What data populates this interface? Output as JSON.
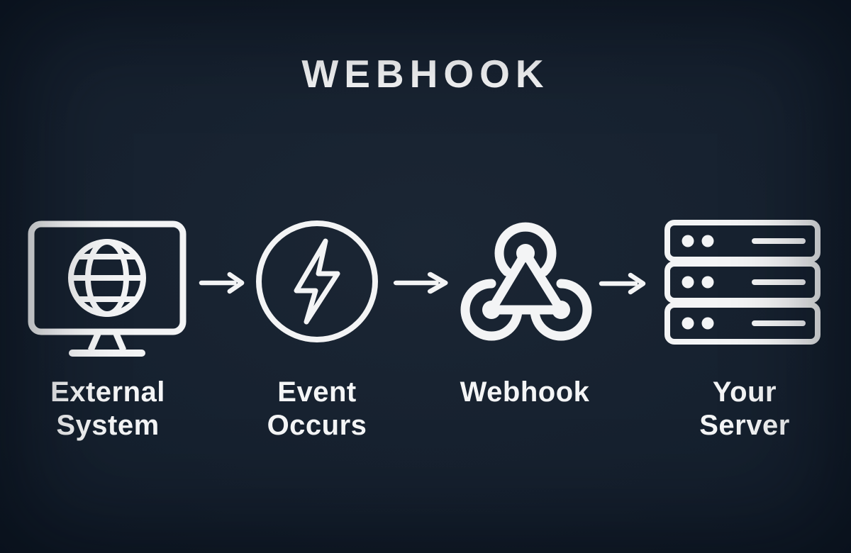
{
  "title": "WEBHOOK",
  "colors": {
    "background": "#15202e",
    "foreground": "#f4f5f6"
  },
  "steps": [
    {
      "name": "external-system",
      "icon": "monitor-globe-icon",
      "label": "External System",
      "label_line1": "External",
      "label_line2": "System"
    },
    {
      "name": "event-occurs",
      "icon": "lightning-circle-icon",
      "label": "Event Occurs",
      "label_line1": "Event",
      "label_line2": "Occurs"
    },
    {
      "name": "webhook",
      "icon": "webhook-icon",
      "label": "Webhook",
      "label_line1": "Webhook",
      "label_line2": ""
    },
    {
      "name": "your-server",
      "icon": "server-stack-icon",
      "label": "Your Server",
      "label_line1": "Your",
      "label_line2": "Server"
    }
  ],
  "connectors": [
    {
      "icon": "arrow-right-icon"
    },
    {
      "icon": "arrow-right-icon"
    },
    {
      "icon": "arrow-right-icon"
    }
  ]
}
